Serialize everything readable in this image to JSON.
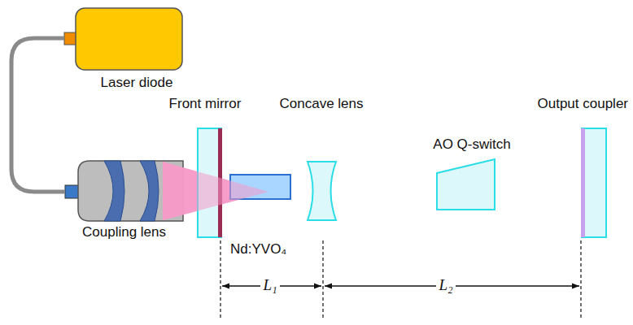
{
  "diagram": {
    "nodes": [
      {
        "text": [
          "Laser diode"
        ]
      },
      {
        "text": [
          "Coupling lens"
        ]
      }
    ],
    "edges": [
      {
        "from": 0,
        "to": 1,
        "arrow": "none"
      }
    ],
    "labels": [
      "Front mirror",
      "Concave lens",
      "AO Q-switch",
      "Output coupler",
      "Nd:YVO₄",
      "L₁",
      "L₂"
    ]
  }
}
